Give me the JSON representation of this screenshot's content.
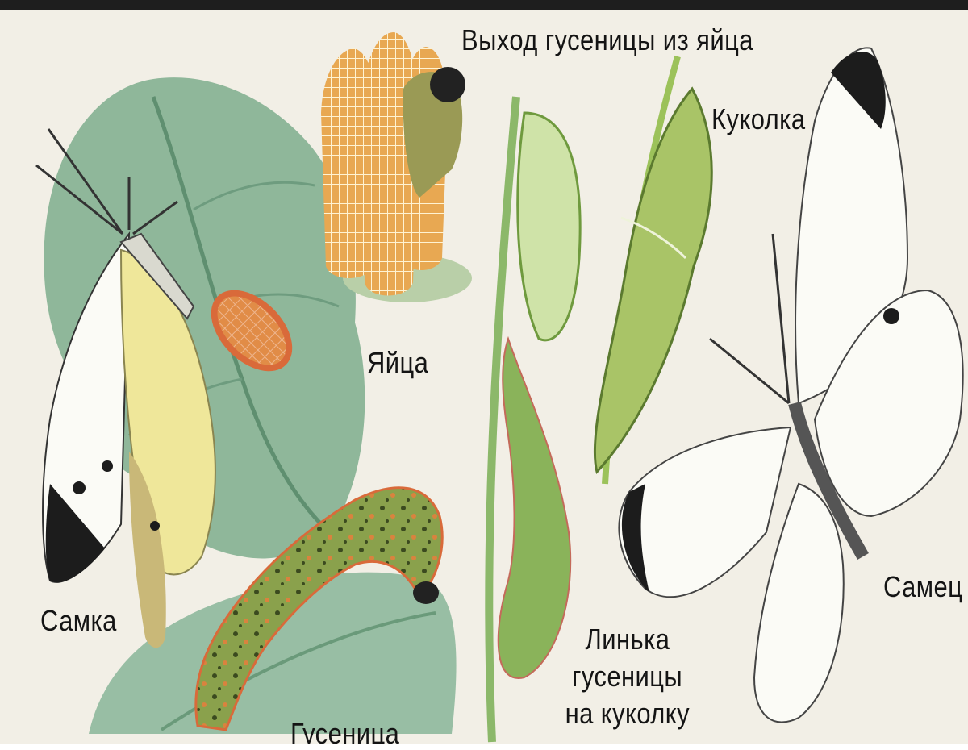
{
  "labels": {
    "hatching": "Выход гусеницы из яйца",
    "pupa": "Куколка",
    "eggs": "Яйца",
    "female": "Самка",
    "male": "Самец",
    "caterpillar": "Гусеница",
    "molting": [
      "Линька",
      "гусеницы",
      "на куколку"
    ]
  },
  "colors": {
    "paper": "#f2efe6",
    "leaf": "#8fb79a",
    "leaf_dark": "#5f8f70",
    "egg_orange": "#e2a04a",
    "caterpillar_green": "#7a9b4a",
    "stem_green": "#9cc25a",
    "wing_white": "#fbfbf6",
    "wing_yellow": "#efe79a",
    "wing_black": "#1c1c1c"
  }
}
